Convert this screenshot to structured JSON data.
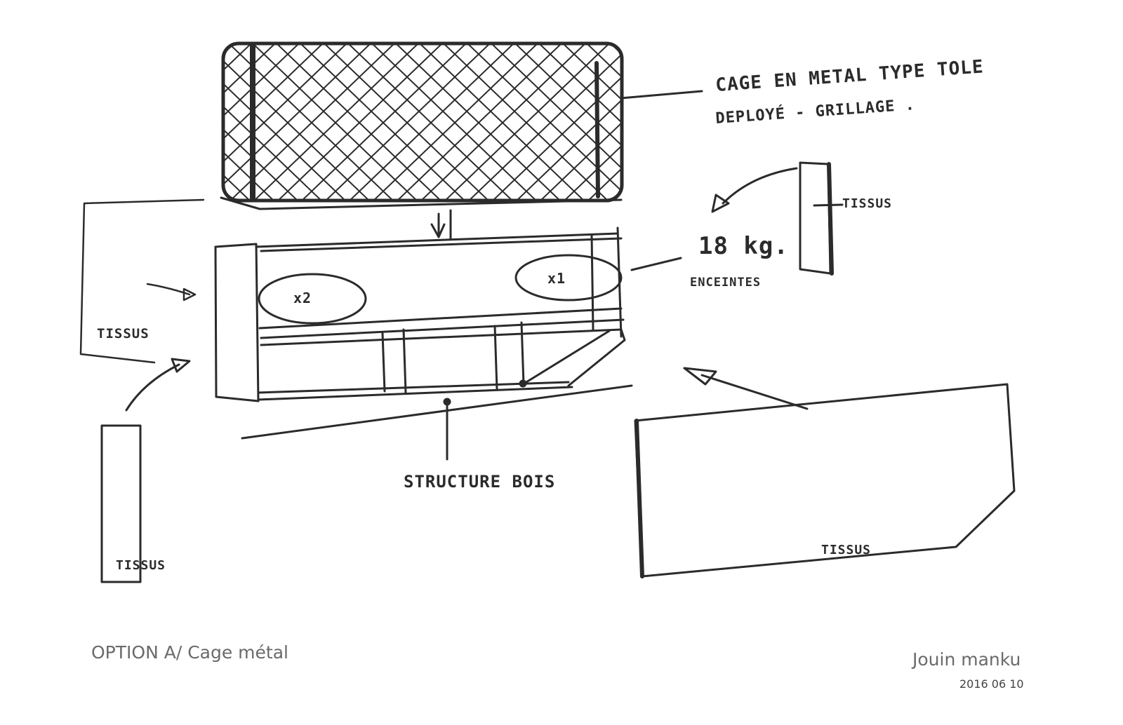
{
  "annotations": {
    "cage_line1": "CAGE EN METAL TYPE TOLE",
    "cage_line2": "DEPLOYÉ - GRILLAGE .",
    "weight": "18 kg.",
    "speakers": "ENCEINTES",
    "speaker_left_count": "x2",
    "speaker_right_count": "x1",
    "structure": "STRUCTURE BOIS",
    "fabric_left": "TISSUS",
    "fabric_bottom_left": "TISSUS",
    "fabric_right_strip": "TISSUS",
    "fabric_bottom_right": "TISSUS"
  },
  "footer": {
    "option_title": "OPTION A/ Cage métal",
    "author": "Jouin manku",
    "date": "2016 06 10"
  },
  "colors": {
    "ink": "#2b2b2b",
    "caption": "#6a6a6a"
  }
}
